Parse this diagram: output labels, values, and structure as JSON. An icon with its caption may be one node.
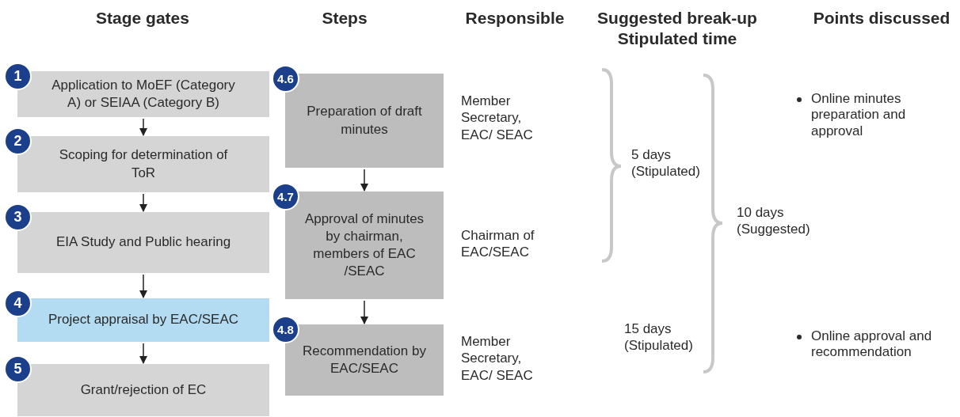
{
  "diagram": {
    "nodes": [
      {
        "text": [
          "1",
          "Application to MoEF (Category A) or SEIAA (Category B)"
        ]
      },
      {
        "text": [
          "2",
          "Scoping for determination of ToR"
        ]
      },
      {
        "text": [
          "3",
          "EIA Study and Public hearing"
        ]
      },
      {
        "text": [
          "4",
          "Project appraisal by EAC/SEAC"
        ]
      },
      {
        "text": [
          "5",
          "Grant/rejection of EC"
        ]
      },
      {
        "text": [
          "4.6",
          "Preparation of draft minutes"
        ]
      },
      {
        "text": [
          "4.7",
          "Approval of minutes by chairman, members of EAC /SEAC"
        ]
      },
      {
        "text": [
          "4.8",
          "Recommendation by EAC/SEAC"
        ]
      }
    ],
    "edges": [
      {
        "from": 0,
        "to": 1,
        "arrow": "to"
      },
      {
        "from": 1,
        "to": 2,
        "arrow": "to"
      },
      {
        "from": 2,
        "to": 3,
        "arrow": "to"
      },
      {
        "from": 3,
        "to": 4,
        "arrow": "to"
      },
      {
        "from": 5,
        "to": 6,
        "arrow": "to"
      },
      {
        "from": 6,
        "to": 7,
        "arrow": "to"
      }
    ],
    "labels": [
      "Stage gates",
      "Steps",
      "Responsible",
      "Suggested break-up Stipulated time",
      "Points discussed",
      "Member Secretary, EAC/ SEAC",
      "Online minutes preparation and approval",
      "5 days (Stipulated)",
      "10 days (Suggested)",
      "Chairman of EAC/SEAC",
      "Member Secretary, EAC/ SEAC",
      "15 days (Stipulated)",
      "Online approval and recommendation"
    ]
  }
}
